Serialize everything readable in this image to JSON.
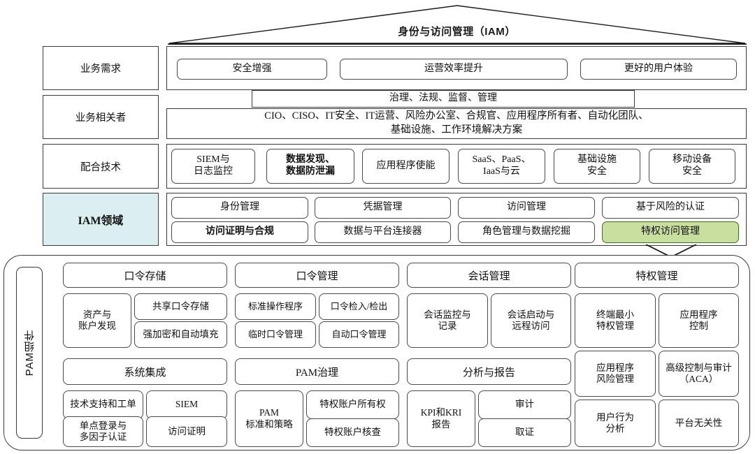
{
  "roof": {
    "title": "身份与访问管理（IAM）"
  },
  "rows": [
    {
      "label": "业务需求",
      "items": [
        "安全增强",
        "运营效率提升",
        "更好的用户体验"
      ]
    },
    {
      "label": "业务相关者",
      "items": [
        "CIO、CISO、IT安全、IT运营、风险办公室、合规官、应用程序所有者、自动化团队、<br>基础设施、工作环境解决方案"
      ]
    },
    {
      "label": "配合技术",
      "items": [
        "SIEM与<br>日志监控",
        "数据发现、<br>数据防泄漏",
        "应用程序使能",
        "SaaS、PaaS、<br>IaaS与云",
        "基础设施<br>安全",
        "移动设备<br>安全"
      ]
    },
    {
      "label": "IAM领域",
      "items": [
        "身份管理",
        "凭据管理",
        "访问管理",
        "基于风险的认证",
        "访问证明与合规",
        "数据与平台连接器",
        "角色管理与数据挖掘",
        "特权访问管理"
      ]
    }
  ],
  "governance_bar": "治理、法规、监督、管理",
  "stakeholders_line1": "CIO、CISO、IT安全、IT运营、风险办公室、合规官、应用程序所有者、自动化团队、",
  "stakeholders_line2": "基础设施、工作环境解决方案",
  "highlight": {
    "iam_domain_color": "#dbeef0",
    "pam_color": "#c9dfa0"
  },
  "pam": {
    "label": "PAM组件",
    "columns": [
      {
        "head": "口令存储",
        "group1": {
          "left": "资产与\n账户发现",
          "right_top": "共享口令存储",
          "right_bottom": "强加密和自动填充"
        },
        "head2": "系统集成",
        "group2": {
          "tl": "技术支持和工单",
          "tr": "SIEM",
          "bl": "单点登录与\n多因子认证",
          "br": "访问证明"
        }
      },
      {
        "head": "口令管理",
        "group1": {
          "tl": "标准操作程序",
          "tr": "口令检入/检出",
          "bl": "临时口令管理",
          "br": "自动口令管理"
        },
        "head2": "PAM治理",
        "group2": {
          "left": "PAM\n标准和策略",
          "right_top": "特权账户所有权",
          "right_bottom": "特权账户核查"
        }
      },
      {
        "head": "会话管理",
        "group1": {
          "left": "会话监控与\n记录",
          "right": "会话启动与\n远程访问"
        },
        "head2": "分析与报告",
        "group2": {
          "left": "KPI和KRI\n报告",
          "right_top": "审计",
          "right_bottom": "取证"
        }
      },
      {
        "head": "特权管理",
        "grid": [
          "终端最小\n特权管理",
          "应用程序\n控制",
          "应用程序\n风险管理",
          "高级控制与审计\n（ACA）",
          "用户行为\n分析",
          "平台无关性"
        ]
      }
    ]
  }
}
